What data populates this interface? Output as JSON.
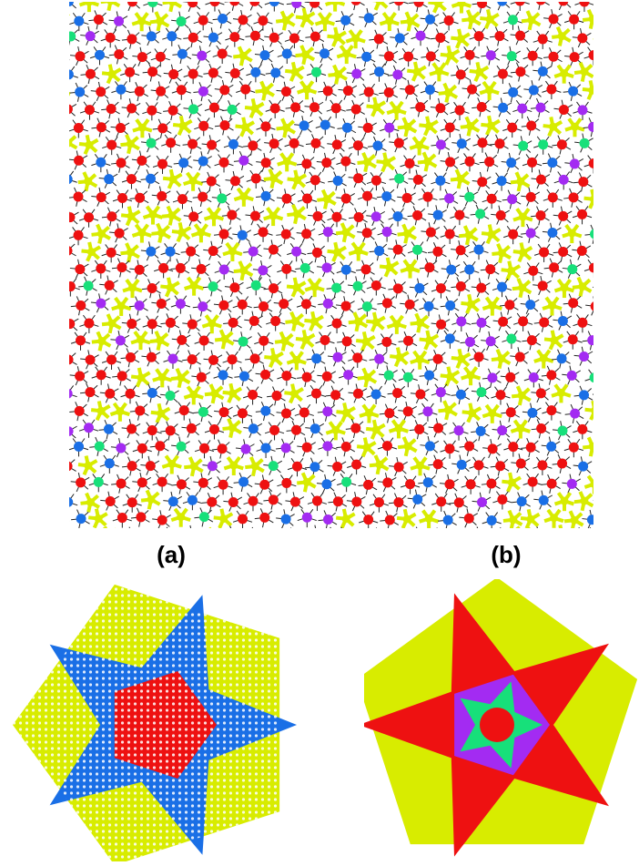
{
  "figure": {
    "panel_a_label": "(a)",
    "panel_b_label": "(b)"
  },
  "colors": {
    "yellow": "#d8ec00",
    "red": "#ee1111",
    "blue": "#1a6fe6",
    "purple": "#a32bf2",
    "green": "#17e07a",
    "edge": "#222222",
    "background": "#ffffff"
  },
  "tiling": {
    "vertex_types": [
      "yellow",
      "red",
      "blue",
      "purple",
      "green"
    ]
  }
}
